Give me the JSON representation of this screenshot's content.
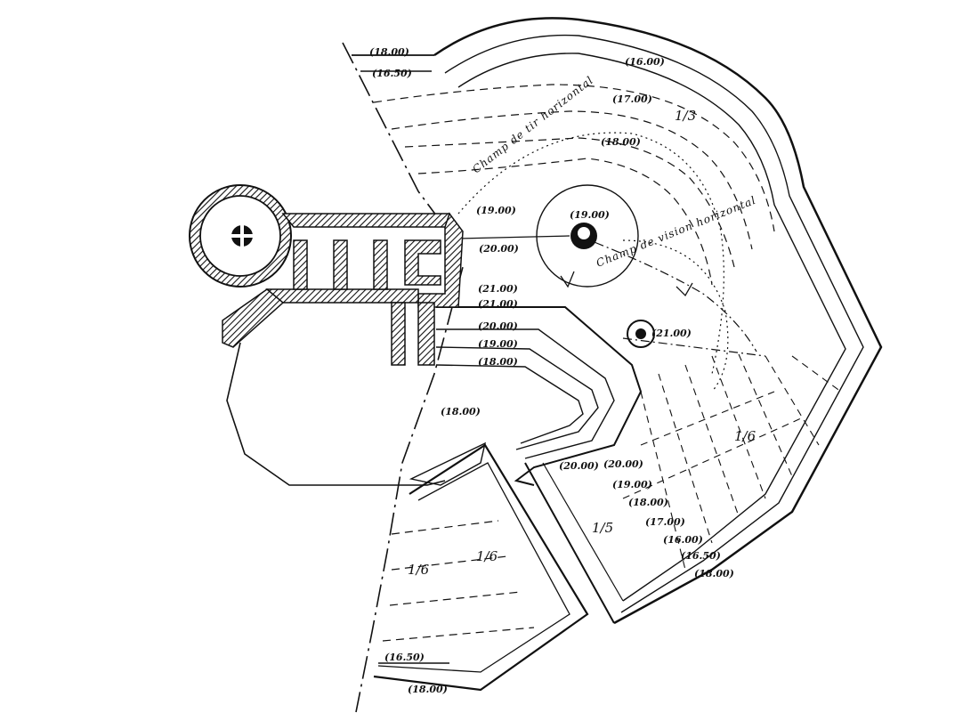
{
  "levels": {
    "top_18": "(18.00)",
    "top_16": "(16.50)",
    "curve_16": "(16.00)",
    "curve_17": "(17.00)",
    "curve_18": "(18.00)",
    "annex_19": "(19.00)",
    "annex_20": "(20.00)",
    "annex_21a": "(21.00)",
    "annex_21b": "(21.00)",
    "front_20": "(20.00)",
    "front_19": "(19.00)",
    "front_18": "(18.00)",
    "court": "(18.00)",
    "cupola_1": "(19.00)",
    "cupola_2": "(21.00)",
    "tip_20a": "(20.00)",
    "tip_20b": "(20.00)",
    "right_19": "(19.00)",
    "right_18": "(18.00)",
    "right_17": "(17.00)",
    "right_16": "(16.00)",
    "right_165": "(16.50)",
    "right_bottom": "(18.00)",
    "bottom_165": "(16.50)",
    "bottom_18": "(18.00)"
  },
  "slopes": {
    "upper": "1/3",
    "right": "1/6",
    "inner": "1/5",
    "bottom_left": "1/6",
    "bottom_right": "1/6"
  },
  "fields": {
    "horizontal": "Champ de tir horizontal",
    "vision": "Champ de vision horizontal"
  }
}
